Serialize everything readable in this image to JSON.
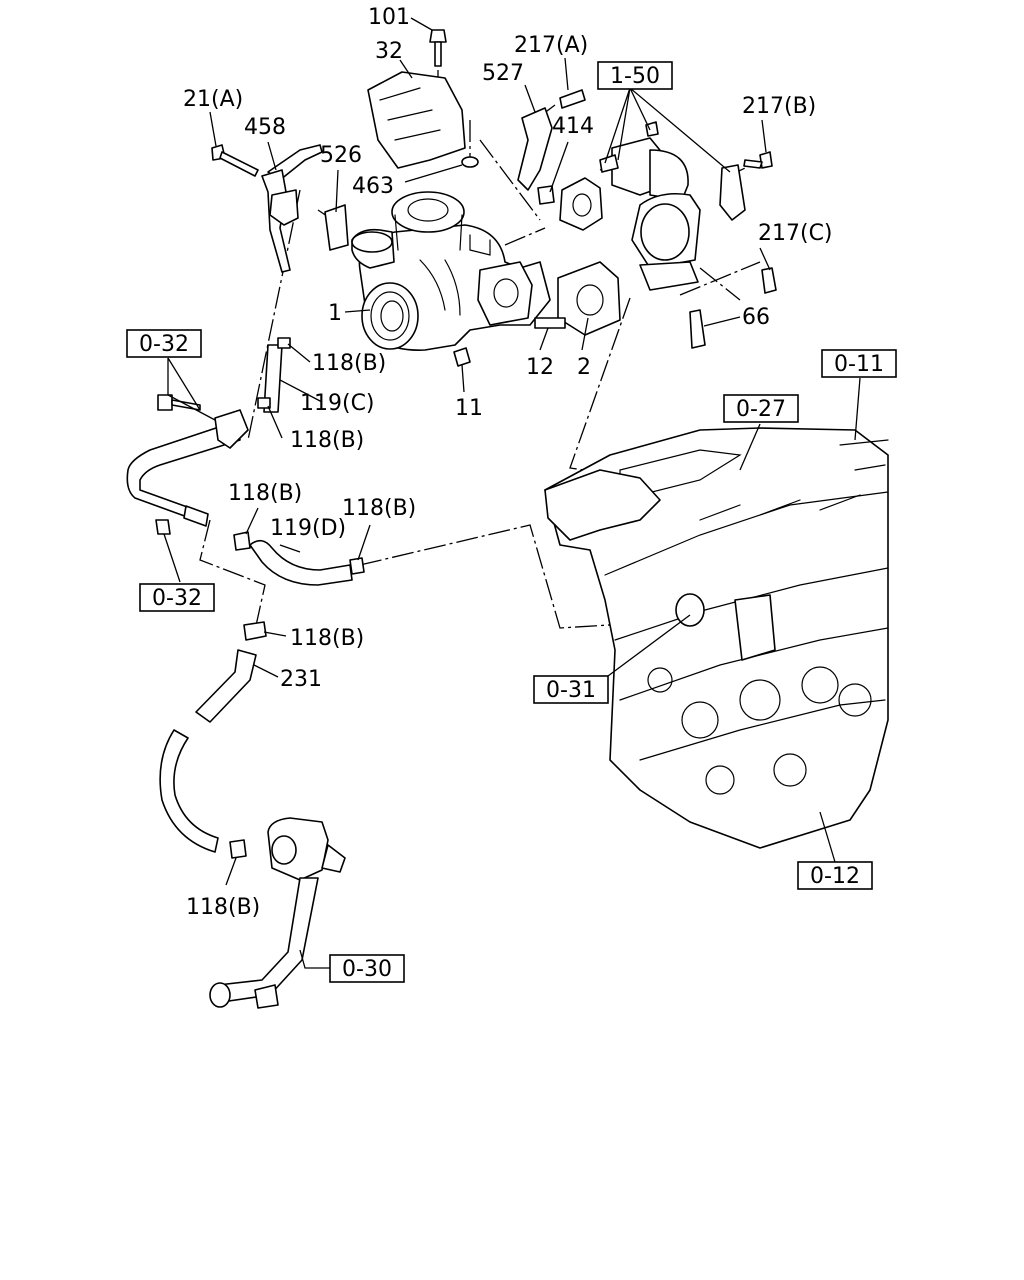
{
  "labels": {
    "p101": "101",
    "p32": "32",
    "p217a": "217(A)",
    "p527": "527",
    "p414": "414",
    "p21a": "21(A)",
    "p458": "458",
    "p526": "526",
    "p463": "463",
    "p217b": "217(B)",
    "p217c": "217(C)",
    "p1": "1",
    "p66": "66",
    "p12": "12",
    "p2": "2",
    "p11": "11",
    "p118b_1": "118(B)",
    "p119c": "119(C)",
    "p118b_2": "118(B)",
    "p118b_3": "118(B)",
    "p119d": "119(D)",
    "p118b_4": "118(B)",
    "p118b_5": "118(B)",
    "p231": "231",
    "p118b_6": "118(B)"
  },
  "refs": {
    "r150": "1-50",
    "r032_top": "0-32",
    "r027": "0-27",
    "r011": "0-11",
    "r032_bottom": "0-32",
    "r031": "0-31",
    "r012": "0-12",
    "r030": "0-30"
  }
}
